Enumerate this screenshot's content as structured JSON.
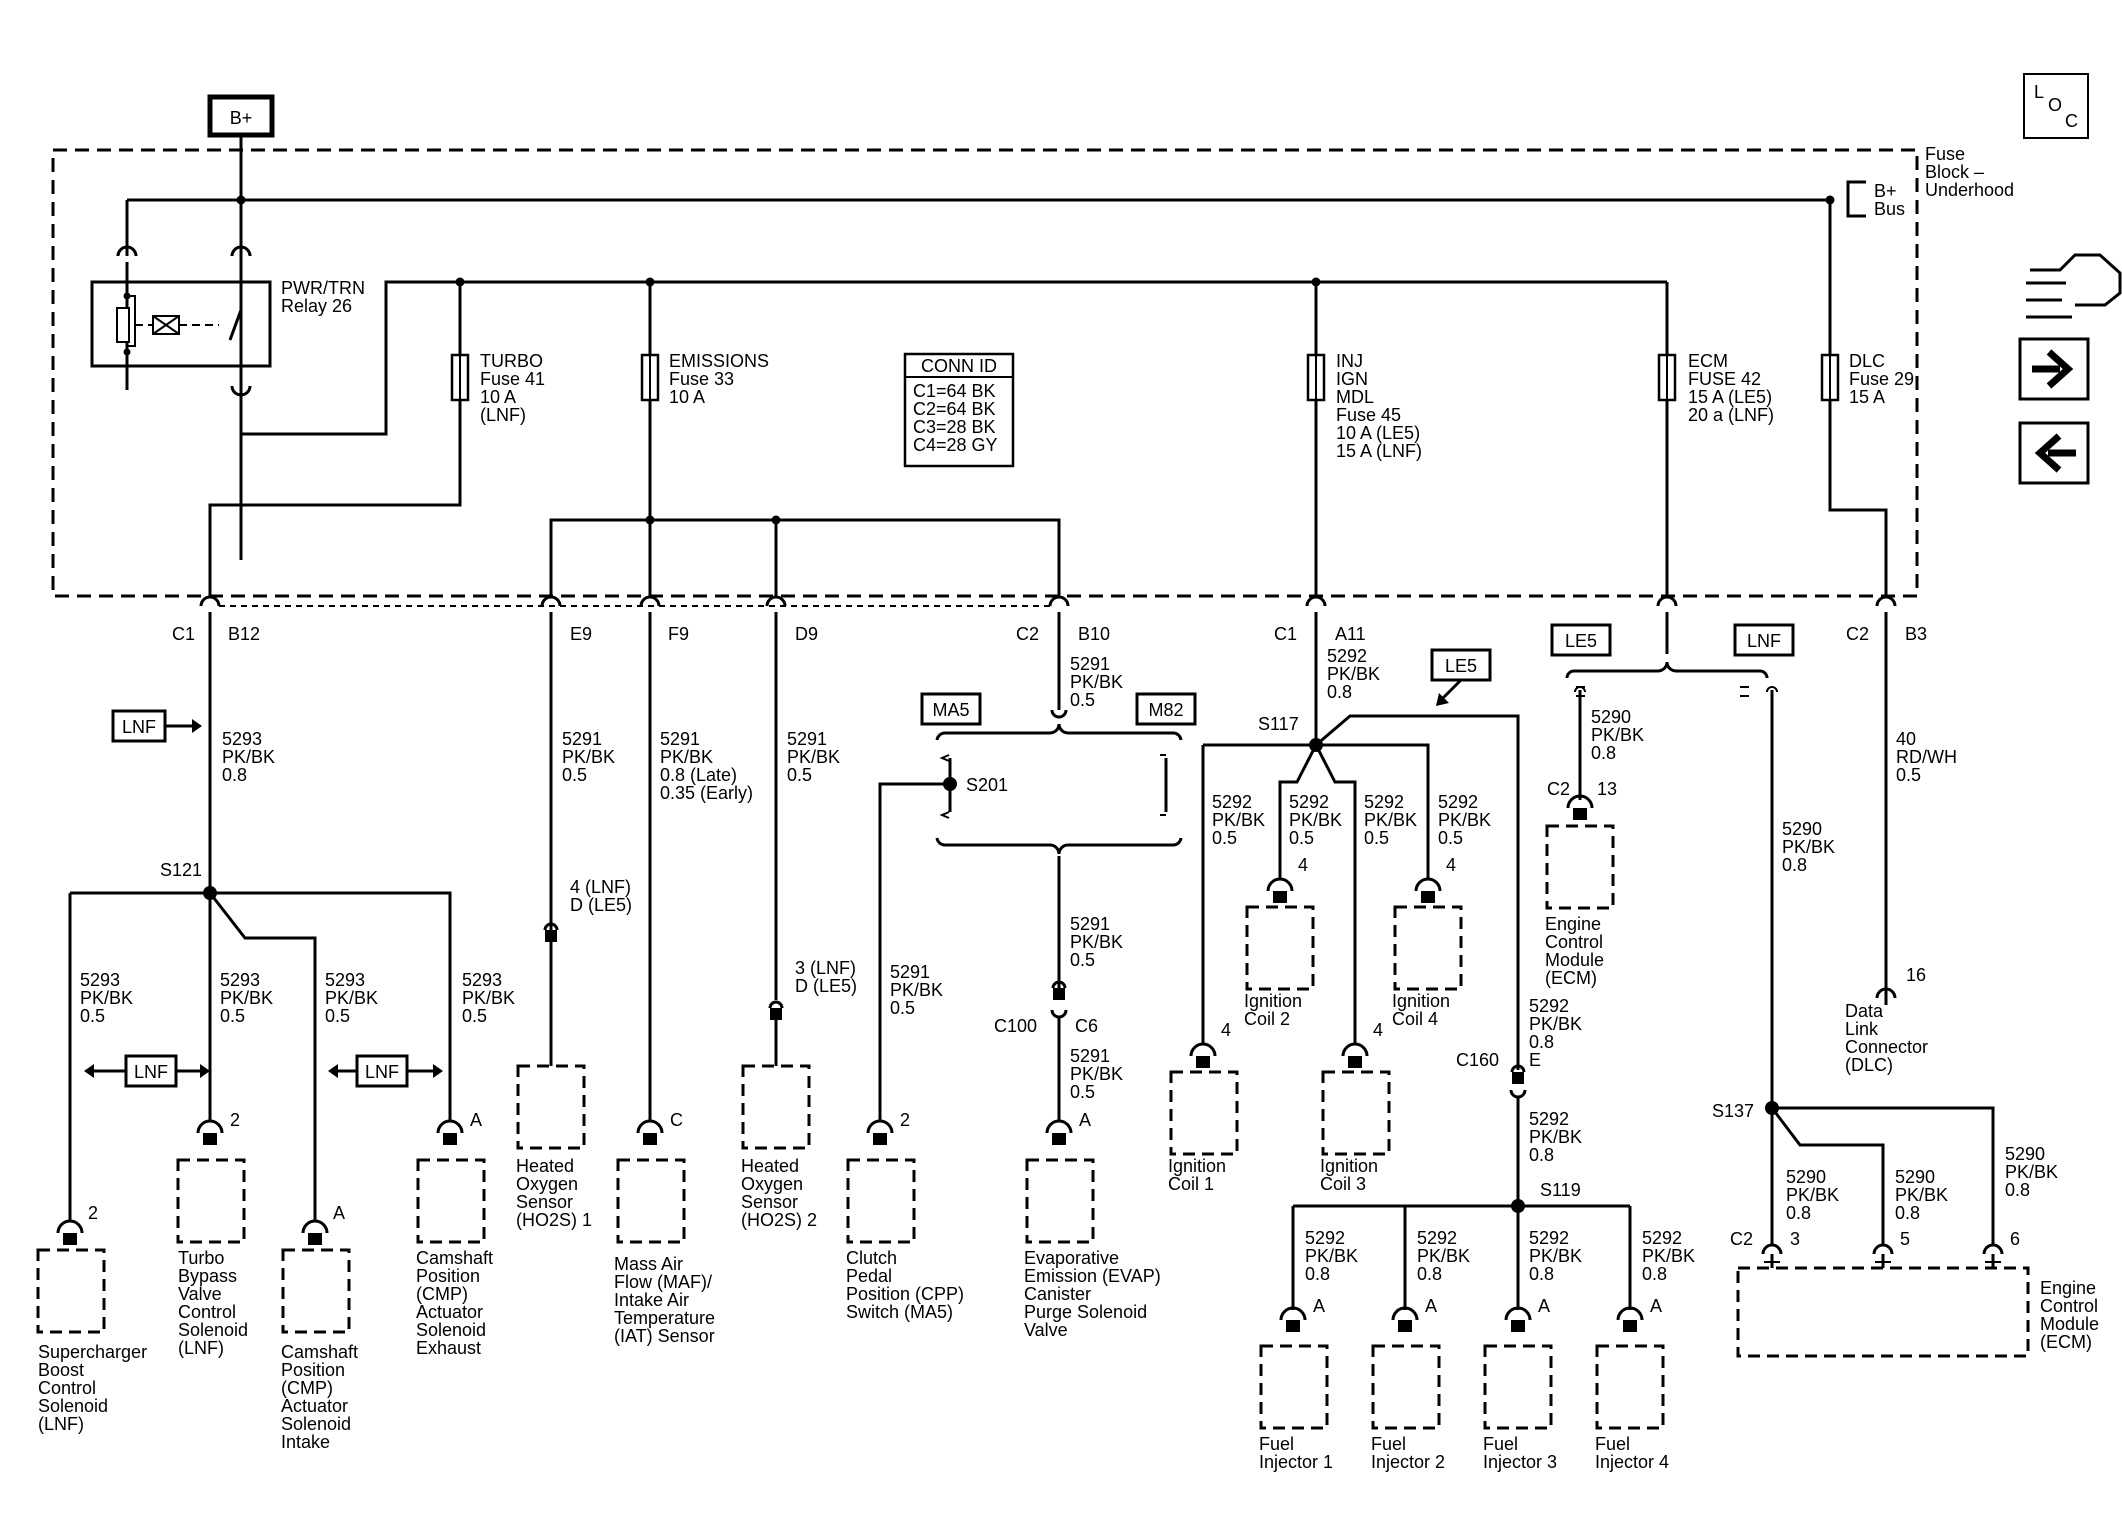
{
  "header": {
    "bplus": "B+",
    "loc_l": "L",
    "loc_o": "O",
    "loc_c": "C"
  },
  "fuse_block": {
    "title_1": "Fuse",
    "title_2": "Block –",
    "title_3": "Underhood",
    "bus_1": "B+",
    "bus_2": "Bus"
  },
  "relay": {
    "line1": "PWR/TRN",
    "line2": "Relay 26"
  },
  "fuses": {
    "turbo": [
      "TURBO",
      "Fuse 41",
      "10 A",
      "(LNF)"
    ],
    "emissions": [
      "EMISSIONS",
      "Fuse 33",
      "10 A"
    ],
    "inj": [
      "INJ",
      "IGN",
      "MDL",
      "Fuse 45",
      "10 A (LE5)",
      "15 A (LNF)"
    ],
    "ecm": [
      "ECM",
      "FUSE 42",
      "15 A (LE5)",
      "20 a (LNF)"
    ],
    "dlc": [
      "DLC",
      "Fuse 29",
      "15 A"
    ]
  },
  "conn_id": {
    "title": "CONN ID",
    "rows": [
      "C1=64 BK",
      "C2=64 BK",
      "C3=28 BK",
      "C4=28 GY"
    ]
  },
  "connectors": {
    "c1": "C1",
    "c2": "C2",
    "b12": "B12",
    "e9": "E9",
    "f9": "F9",
    "d9": "D9",
    "b10": "B10",
    "a11": "A11",
    "b3": "B3",
    "c100": "C100",
    "c6": "C6",
    "c160": "C160",
    "e": "E"
  },
  "tags": {
    "lnf": "LNF",
    "le5": "LE5",
    "ma5": "MA5",
    "m82": "M82"
  },
  "splices": {
    "s121": "S121",
    "s201": "S201",
    "s117": "S117",
    "s119": "S119",
    "s137": "S137"
  },
  "wires": {
    "w5293": [
      "5293",
      "PK/BK",
      "0.8"
    ],
    "w5293s": [
      "5293",
      "PK/BK",
      "0.5"
    ],
    "w5291": [
      "5291",
      "PK/BK",
      "0.5"
    ],
    "w5291maf": [
      "5291",
      "PK/BK",
      "0.8 (Late)",
      "0.35 (Early)"
    ],
    "w5292": [
      "5292",
      "PK/BK",
      "0.8"
    ],
    "w5292s": [
      "5292",
      "PK/BK",
      "0.5"
    ],
    "w5290": [
      "5290",
      "PK/BK",
      "0.8"
    ],
    "w40": [
      "40",
      "RD/WH",
      "0.5"
    ]
  },
  "pins": {
    "p2": "2",
    "pA": "A",
    "pC": "C",
    "p4": "4",
    "p13": "13",
    "p16": "16",
    "p3": "3",
    "p5": "5",
    "p6": "6",
    "ho1": [
      "4 (LNF)",
      "D (LE5)"
    ],
    "ho2": [
      "3 (LNF)",
      "D (LE5)"
    ]
  },
  "components": {
    "supercharger": [
      "Supercharger",
      "Boost",
      "Control",
      "Solenoid",
      "(LNF)"
    ],
    "turbo_bypass": [
      "Turbo",
      "Bypass",
      "Valve",
      "Control",
      "Solenoid",
      "(LNF)"
    ],
    "cmp_intake": [
      "Camshaft",
      "Position",
      "(CMP)",
      "Actuator",
      "Solenoid",
      "Intake"
    ],
    "cmp_exhaust": [
      "Camshaft",
      "Position",
      "(CMP)",
      "Actuator",
      "Solenoid",
      "Exhaust"
    ],
    "ho2s1": [
      "Heated",
      "Oxygen",
      "Sensor",
      "(HO2S) 1"
    ],
    "maf": [
      "Mass Air",
      "Flow (MAF)/",
      "Intake Air",
      "Temperature",
      "(IAT) Sensor"
    ],
    "ho2s2": [
      "Heated",
      "Oxygen",
      "Sensor",
      "(HO2S) 2"
    ],
    "cpp": [
      "Clutch",
      "Pedal",
      "Position (CPP)",
      "Switch (MA5)"
    ],
    "evap": [
      "Evaporative",
      "Emission (EVAP)",
      "Canister",
      "Purge Solenoid",
      "Valve"
    ],
    "coil1": [
      "Ignition",
      "Coil 1"
    ],
    "coil2": [
      "Ignition",
      "Coil 2"
    ],
    "coil3": [
      "Ignition",
      "Coil 3"
    ],
    "coil4": [
      "Ignition",
      "Coil 4"
    ],
    "ecm_top": [
      "Engine",
      "Control",
      "Module",
      "(ECM)"
    ],
    "dlc": [
      "Data",
      "Link",
      "Connector",
      "(DLC)"
    ],
    "inj1": [
      "Fuel",
      "Injector 1"
    ],
    "inj2": [
      "Fuel",
      "Injector 2"
    ],
    "inj3": [
      "Fuel",
      "Injector 3"
    ],
    "inj4": [
      "Fuel",
      "Injector 4"
    ],
    "ecm_bot": [
      "Engine",
      "Control",
      "Module",
      "(ECM)"
    ]
  },
  "nav_icons": [
    "engine-icon",
    "next-arrow-icon",
    "prev-arrow-icon"
  ]
}
